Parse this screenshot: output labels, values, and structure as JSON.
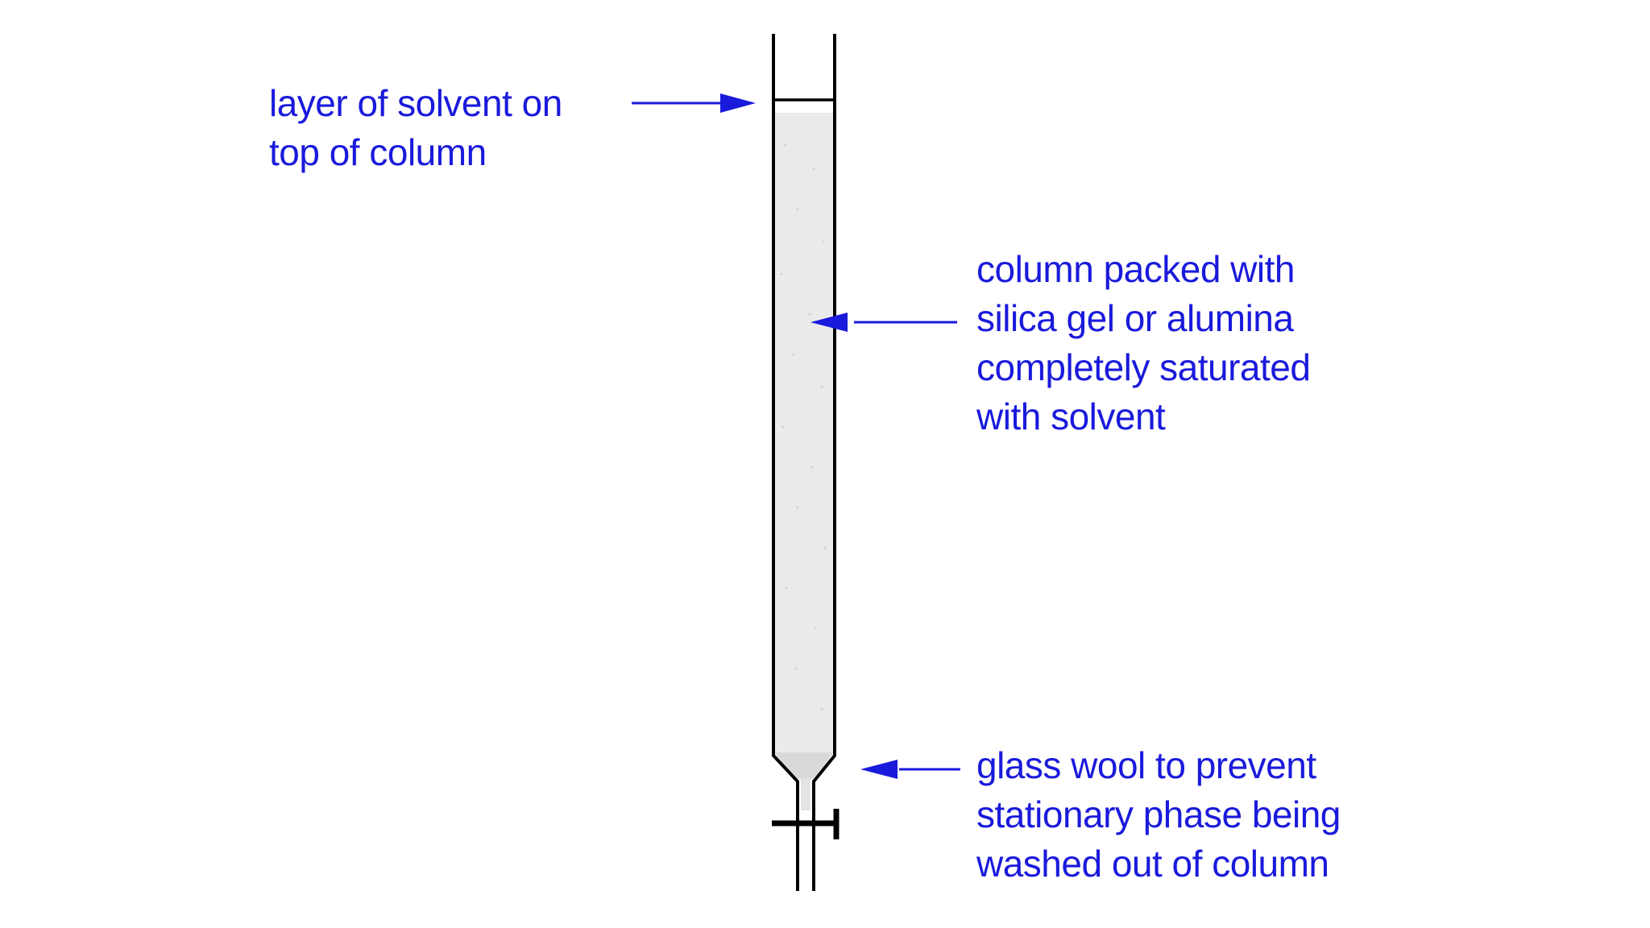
{
  "diagram": {
    "labels": {
      "solvent_layer": [
        "layer of solvent on",
        "top of column"
      ],
      "packing": [
        "column packed with",
        "silica gel or alumina",
        "completely saturated",
        "with solvent"
      ],
      "glass_wool": [
        "glass wool  to prevent",
        "stationary phase being",
        "washed out of column"
      ]
    },
    "colors": {
      "label_text": "#1a1adc",
      "arrow": "#1a1adc",
      "outline": "#000000",
      "packing_fill": "#ebebeb",
      "glass_wool_fill": "#d9d9d9",
      "background": "#ffffff"
    }
  }
}
